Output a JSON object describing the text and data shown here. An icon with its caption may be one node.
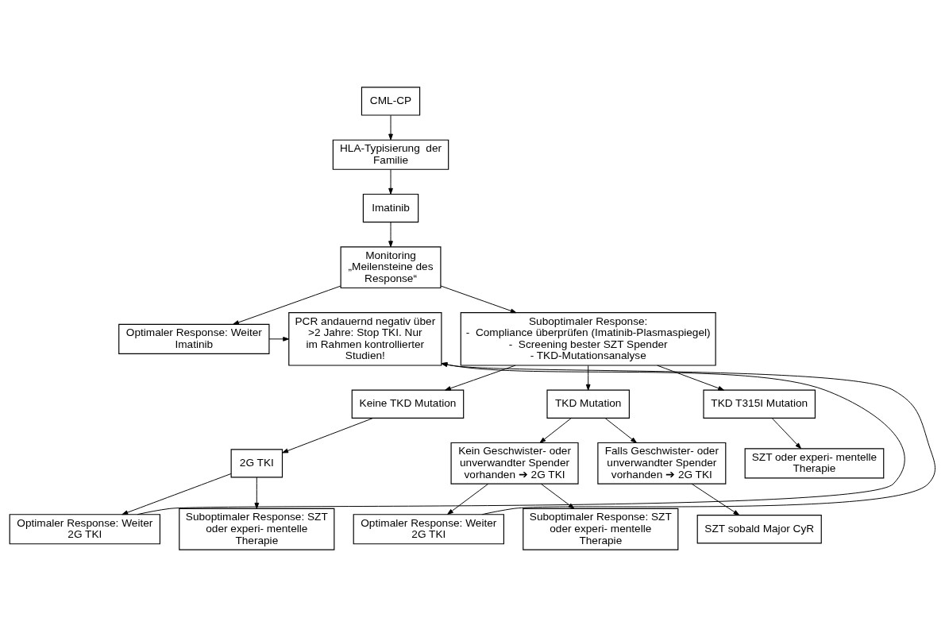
{
  "diagram": {
    "nodes": [
      {
        "text": [
          "CML-CP"
        ]
      },
      {
        "text": [
          "HLA-Typisierung  der Familie"
        ]
      },
      {
        "text": [
          "Imatinib"
        ]
      },
      {
        "text": [
          "Monitoring",
          "„Meilensteine des Response“"
        ]
      },
      {
        "text": [
          "Optimaler Response: Weiter Imatinib"
        ]
      },
      {
        "text": [
          "PCR andauernd negativ über >2 Jahre: Stop TKI. Nur  im Rahmen kontrollierter Studien!"
        ]
      },
      {
        "text": [
          "Suboptimaler Response:",
          "-  Compliance überprüfen (Imatinib-Plasmaspiegel)",
          "-  Screening bester SZT Spender",
          "- TKD-Mutationsanalyse"
        ]
      },
      {
        "text": [
          "Keine TKD Mutation"
        ]
      },
      {
        "text": [
          "TKD Mutation"
        ]
      },
      {
        "text": [
          "TKD T315I Mutation"
        ]
      },
      {
        "text": [
          "2G TKI"
        ]
      },
      {
        "text": [
          "Kein Geschwister- oder unverwandter Spender vorhanden ➔ 2G TKI"
        ]
      },
      {
        "text": [
          "Falls Geschwister- oder unverwandter Spender vorhanden ➔ 2G TKI"
        ]
      },
      {
        "text": [
          "SZT oder experi- mentelle Therapie"
        ]
      },
      {
        "text": [
          "Optimaler Response: Weiter 2G TKI"
        ]
      },
      {
        "text": [
          "Suboptimaler Response: SZT oder experi- mentelle Therapie"
        ]
      },
      {
        "text": [
          "Optimaler Response: Weiter 2G TKI"
        ]
      },
      {
        "text": [
          "Suboptimaler Response: SZT oder experi- mentelle Therapie"
        ]
      },
      {
        "text": [
          "SZT sobald Major CyR"
        ]
      }
    ],
    "edges": [
      {
        "from": 0,
        "to": 1,
        "arrow": "to"
      },
      {
        "from": 1,
        "to": 2,
        "arrow": "to"
      },
      {
        "from": 2,
        "to": 3,
        "arrow": "to"
      },
      {
        "from": 3,
        "to": 4,
        "arrow": "to"
      },
      {
        "from": 3,
        "to": 6,
        "arrow": "to"
      },
      {
        "from": 4,
        "to": 5,
        "arrow": "to"
      },
      {
        "from": 6,
        "to": 7,
        "arrow": "to"
      },
      {
        "from": 6,
        "to": 8,
        "arrow": "to"
      },
      {
        "from": 6,
        "to": 9,
        "arrow": "to"
      },
      {
        "from": 7,
        "to": 10,
        "arrow": "to"
      },
      {
        "from": 8,
        "to": 11,
        "arrow": "to"
      },
      {
        "from": 8,
        "to": 12,
        "arrow": "to"
      },
      {
        "from": 9,
        "to": 13,
        "arrow": "to"
      },
      {
        "from": 10,
        "to": 14,
        "arrow": "to"
      },
      {
        "from": 10,
        "to": 15,
        "arrow": "to"
      },
      {
        "from": 11,
        "to": 16,
        "arrow": "to"
      },
      {
        "from": 11,
        "to": 17,
        "arrow": "to"
      },
      {
        "from": 12,
        "to": 18,
        "arrow": "to"
      },
      {
        "from": 14,
        "to": 5,
        "arrow": "to"
      },
      {
        "from": 16,
        "to": 5,
        "arrow": "to"
      }
    ]
  }
}
